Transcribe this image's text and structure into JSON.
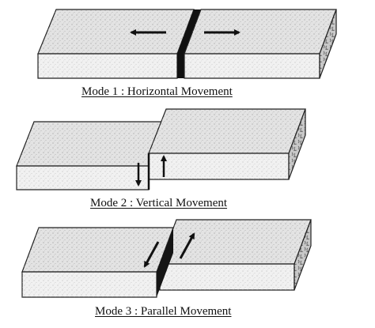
{
  "figure": {
    "modes": [
      {
        "caption": "Mode 1 : Horizontal Movement"
      },
      {
        "caption": "Mode 2 : Vertical Movement"
      },
      {
        "caption": "Mode 3 : Parallel Movement"
      }
    ],
    "colors": {
      "top_face": "#e3e3e3",
      "front_face": "#f1f1f1",
      "side_face": "#c4c4c4",
      "gap": "#111111",
      "outline": "#222222",
      "arrow": "#111111"
    }
  }
}
